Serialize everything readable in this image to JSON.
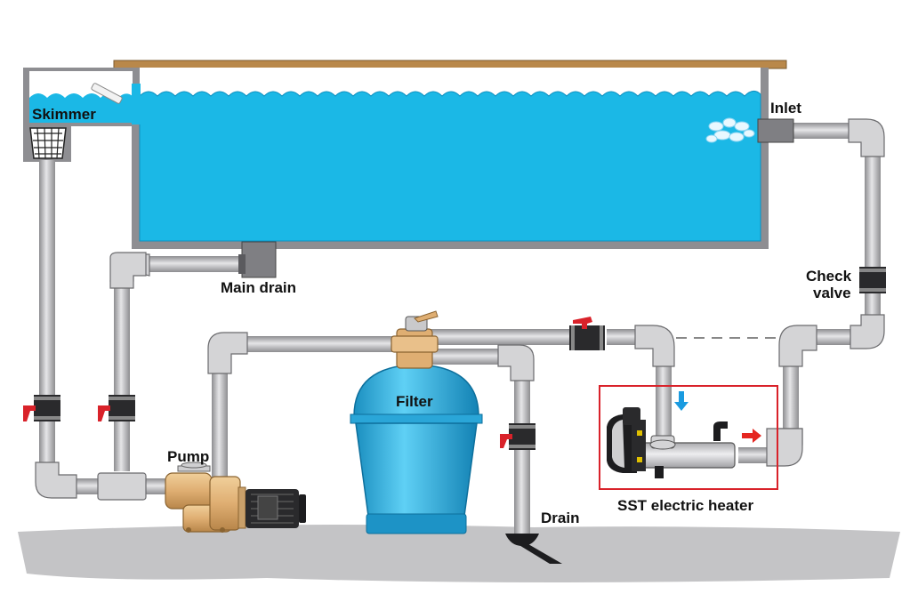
{
  "labels": {
    "skimmer": "Skimmer",
    "inlet": "Inlet",
    "main_drain": "Main drain",
    "check_valve_line1": "Check",
    "check_valve_line2": "valve",
    "filter": "Filter",
    "pump": "Pump",
    "drain": "Drain",
    "heater": "SST electric heater"
  },
  "colors": {
    "water": "#1bb8e6",
    "water_dark": "#0e90c0",
    "pipe": "#c9c9cb",
    "pipe_edge": "#6b6b6e",
    "valve_handle": "#d9222a",
    "highlight_box": "#d9222a",
    "ground": "#c4c4c6",
    "deck": "#b9884a",
    "pump_body": "#dfae72",
    "motor": "#2a2a2c",
    "flow_arrow_blue": "#1a9be0",
    "flow_arrow_red": "#e52620"
  },
  "icons": [
    "ball-valve-icon",
    "flow-arrow-down-icon",
    "flow-arrow-right-icon",
    "skimmer-basket-icon"
  ]
}
